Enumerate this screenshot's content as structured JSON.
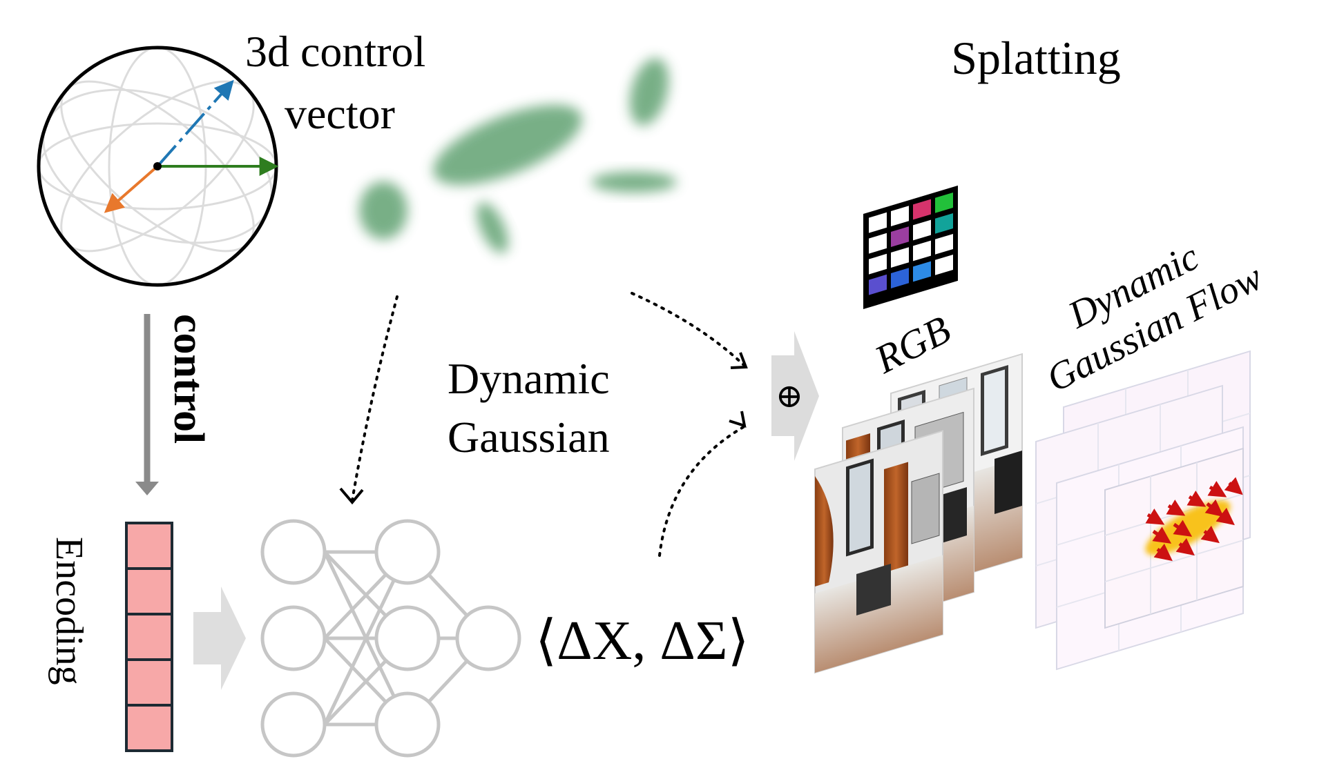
{
  "labels": {
    "control_vector": [
      "3d control",
      "vector"
    ],
    "splatting": "Splatting",
    "control": "control",
    "encoding": "Encoding",
    "dynamic_gaussian": [
      "Dynamic",
      "Gaussian"
    ],
    "delta": "⟨ΔX, ΔΣ⟩",
    "rgb": "RGB",
    "flow": [
      "Dynamic",
      "Gaussian Flow"
    ],
    "oplus": "⊕"
  },
  "colors": {
    "vector_blue": "#1f77b4",
    "vector_green": "#2e7d1f",
    "vector_orange": "#e8782c",
    "gaussian_green": "#6aa77a",
    "encoding_fill": "#f7a8a8",
    "network_gray": "#c8c8c8",
    "flow_arrow": "#cc1111"
  },
  "icons": [
    "sphere-icon",
    "rgb-grid-icon",
    "neural-network-icon",
    "flow-arrows-icon"
  ]
}
